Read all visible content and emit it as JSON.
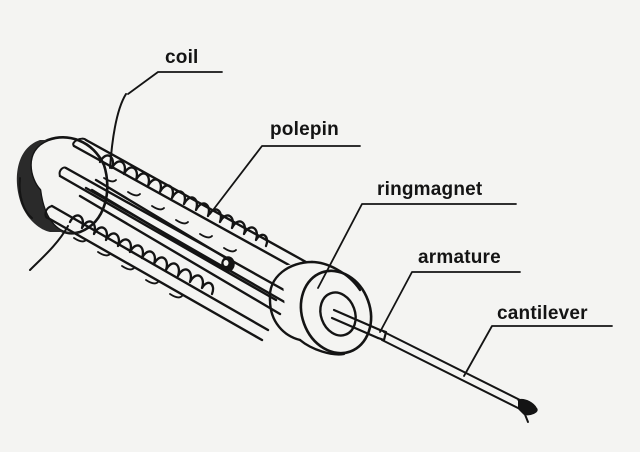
{
  "labels": {
    "coil": "coil",
    "polepin": "polepin",
    "ringmagnet": "ringmagnet",
    "armature": "armature",
    "cantilever": "cantilever"
  },
  "colors": {
    "background": "#f4f4f2",
    "ink": "#141414"
  }
}
